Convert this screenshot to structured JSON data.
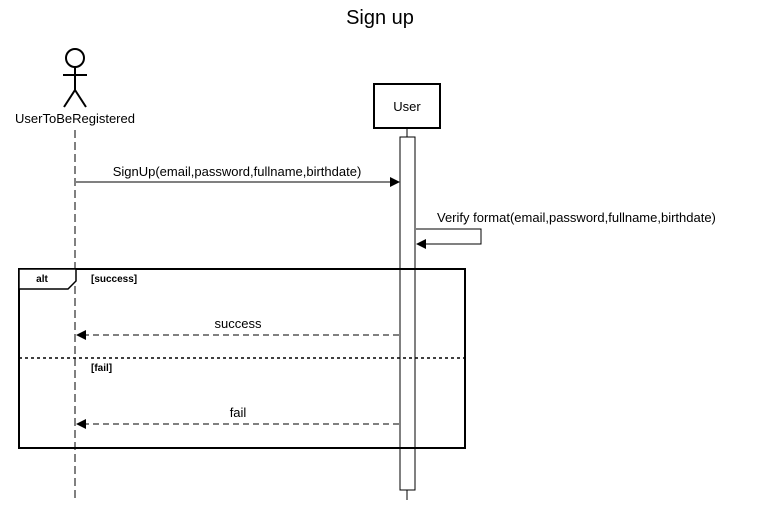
{
  "diagram": {
    "title": "Sign up",
    "actor": {
      "label": "UserToBeRegistered"
    },
    "participant": {
      "label": "User"
    },
    "messages": {
      "signup": "SignUp(email,password,fullname,birthdate)",
      "verify": "Verify format(email,password,fullname,birthdate)",
      "success": "success",
      "fail": "fail"
    },
    "alt_fragment": {
      "operator": "alt",
      "guard_success": "[success]",
      "guard_fail": "[fail]"
    }
  }
}
